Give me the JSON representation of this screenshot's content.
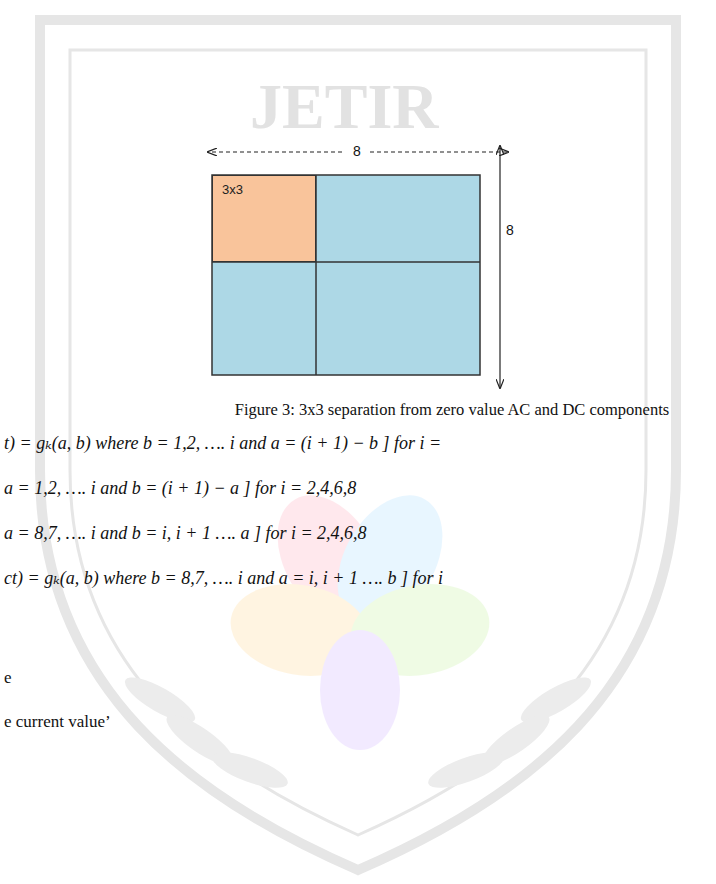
{
  "diagram": {
    "caption": "Figure 3: 3x3 separation from zero value AC and DC components",
    "nodes": [
      {
        "text": [
          "3x3"
        ]
      }
    ],
    "labels": [
      "JETIR",
      "8",
      "8",
      "t) = gₖ(a, b)  where b = 1,2, …. i and a = (i + 1) − b ] for i =",
      "a = 1,2, …. i and b = (i + 1) − a ] for i = 2,4,6,8",
      "a = 8,7, …. i and b = i, i + 1 …. a ] for i = 2,4,6,8",
      "ct) = gₖ(a, b)  where b = 8,7, …. i and a = i, i + 1 …. b ] for i",
      "e",
      "e current value’"
    ]
  }
}
